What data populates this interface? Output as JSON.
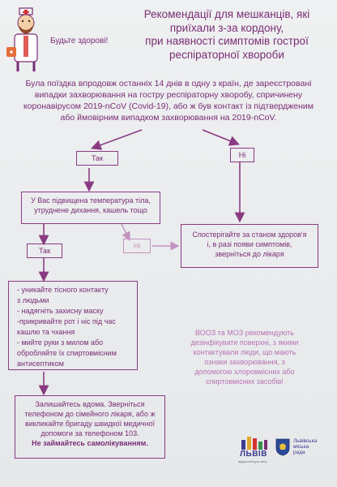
{
  "header": {
    "title_lines": [
      "Рекомендації для мешканців, які",
      "приїхали з-за кордону,",
      "при наявності симптомів гострої",
      "респіраторної хвороби"
    ],
    "slogan": "Будьте здорові!"
  },
  "intro_lines": [
    "Була поїздка впродовж останніх 14 днів в одну з країн, де зареєстровані",
    "випадки захворювання на гостру респіраторну хворобу, спричинену",
    "коронавірусом 2019-nCoV (Covid-19), або ж був контакт із підтвердженим",
    "або ймовірним випадком захворювання на 2019-nCoV."
  ],
  "flow": {
    "yes1": "Так",
    "no1": "Ні",
    "symptoms_lines": [
      "У Вас підвищена температура тіла,",
      "утруднене дихання, кашель тощо"
    ],
    "yes2": "Так",
    "no2": "Ні",
    "observe_lines": [
      "Спостерігайте за станом здоров'я",
      "і, в разі появи симптомів,",
      "зверніться до лікаря"
    ],
    "advice_lines": [
      "- уникайте тісного контакту",
      "з людьми",
      "- надягніть захисну маску",
      "-прикривайте рот і ніс під час",
      "кашлю та чхання",
      "- мийте руки з милом або",
      "обробляйте їх спиртовмісним",
      "антисептиком"
    ],
    "stay_home_lines": [
      "Залишайтесь вдома. Зверніться",
      "телефоном до сімейного лікаря, або ж",
      "викликайте бригаду швидкої медичної",
      "допомоги за телефоном 103."
    ],
    "no_self_treatment": "Не займайтесь самолікуванням."
  },
  "who_note_lines": [
    "ВООЗ та МОЗ рекомендують",
    "дезінфікувати поверхні, з якими",
    "контактували люди, що мають",
    "ознаки захворювання, з",
    "допомогою хлоровмісних або",
    "спиртовмісних засобів!"
  ],
  "footer": {
    "lviv_logo": "ЛЬВІВ",
    "lviv_sub": "відкритий для світу",
    "council_lines": [
      "Львівська",
      "міська",
      "рада"
    ]
  },
  "colors": {
    "accent": "#7a2c74",
    "muted": "#c493c0",
    "background": "#eceef0"
  }
}
